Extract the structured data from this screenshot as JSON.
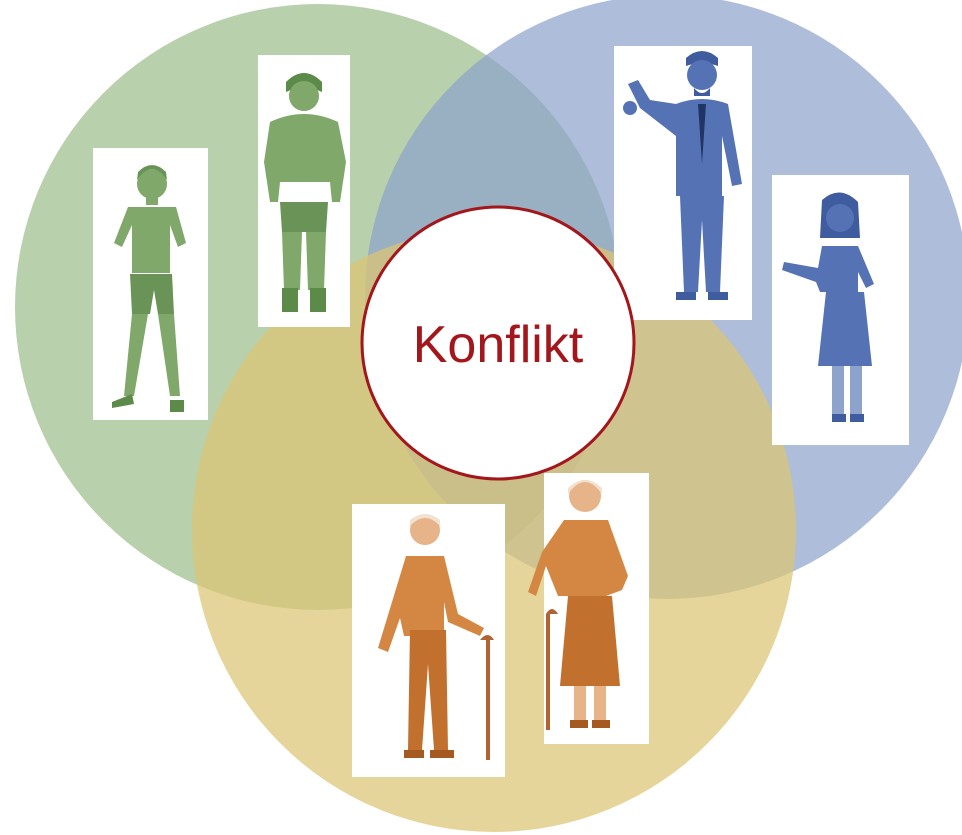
{
  "center": {
    "label": "Konflikt",
    "label_color": "#A3161B",
    "border_color": "#A3161B",
    "fill": "#FFFFFF"
  },
  "groups": [
    {
      "id": "youth",
      "color": "#9DBE8A",
      "figure_color": "#7FA86A",
      "figures": [
        "woman-young-icon",
        "man-young-icon"
      ]
    },
    {
      "id": "adults",
      "color": "#8DA3CC",
      "figure_color": "#5573B4",
      "figures": [
        "man-business-icon",
        "woman-business-icon"
      ]
    },
    {
      "id": "seniors",
      "color": "#DCC573",
      "figure_color": "#D48743",
      "figures": [
        "old-man-cane-icon",
        "old-woman-cane-icon"
      ]
    }
  ]
}
